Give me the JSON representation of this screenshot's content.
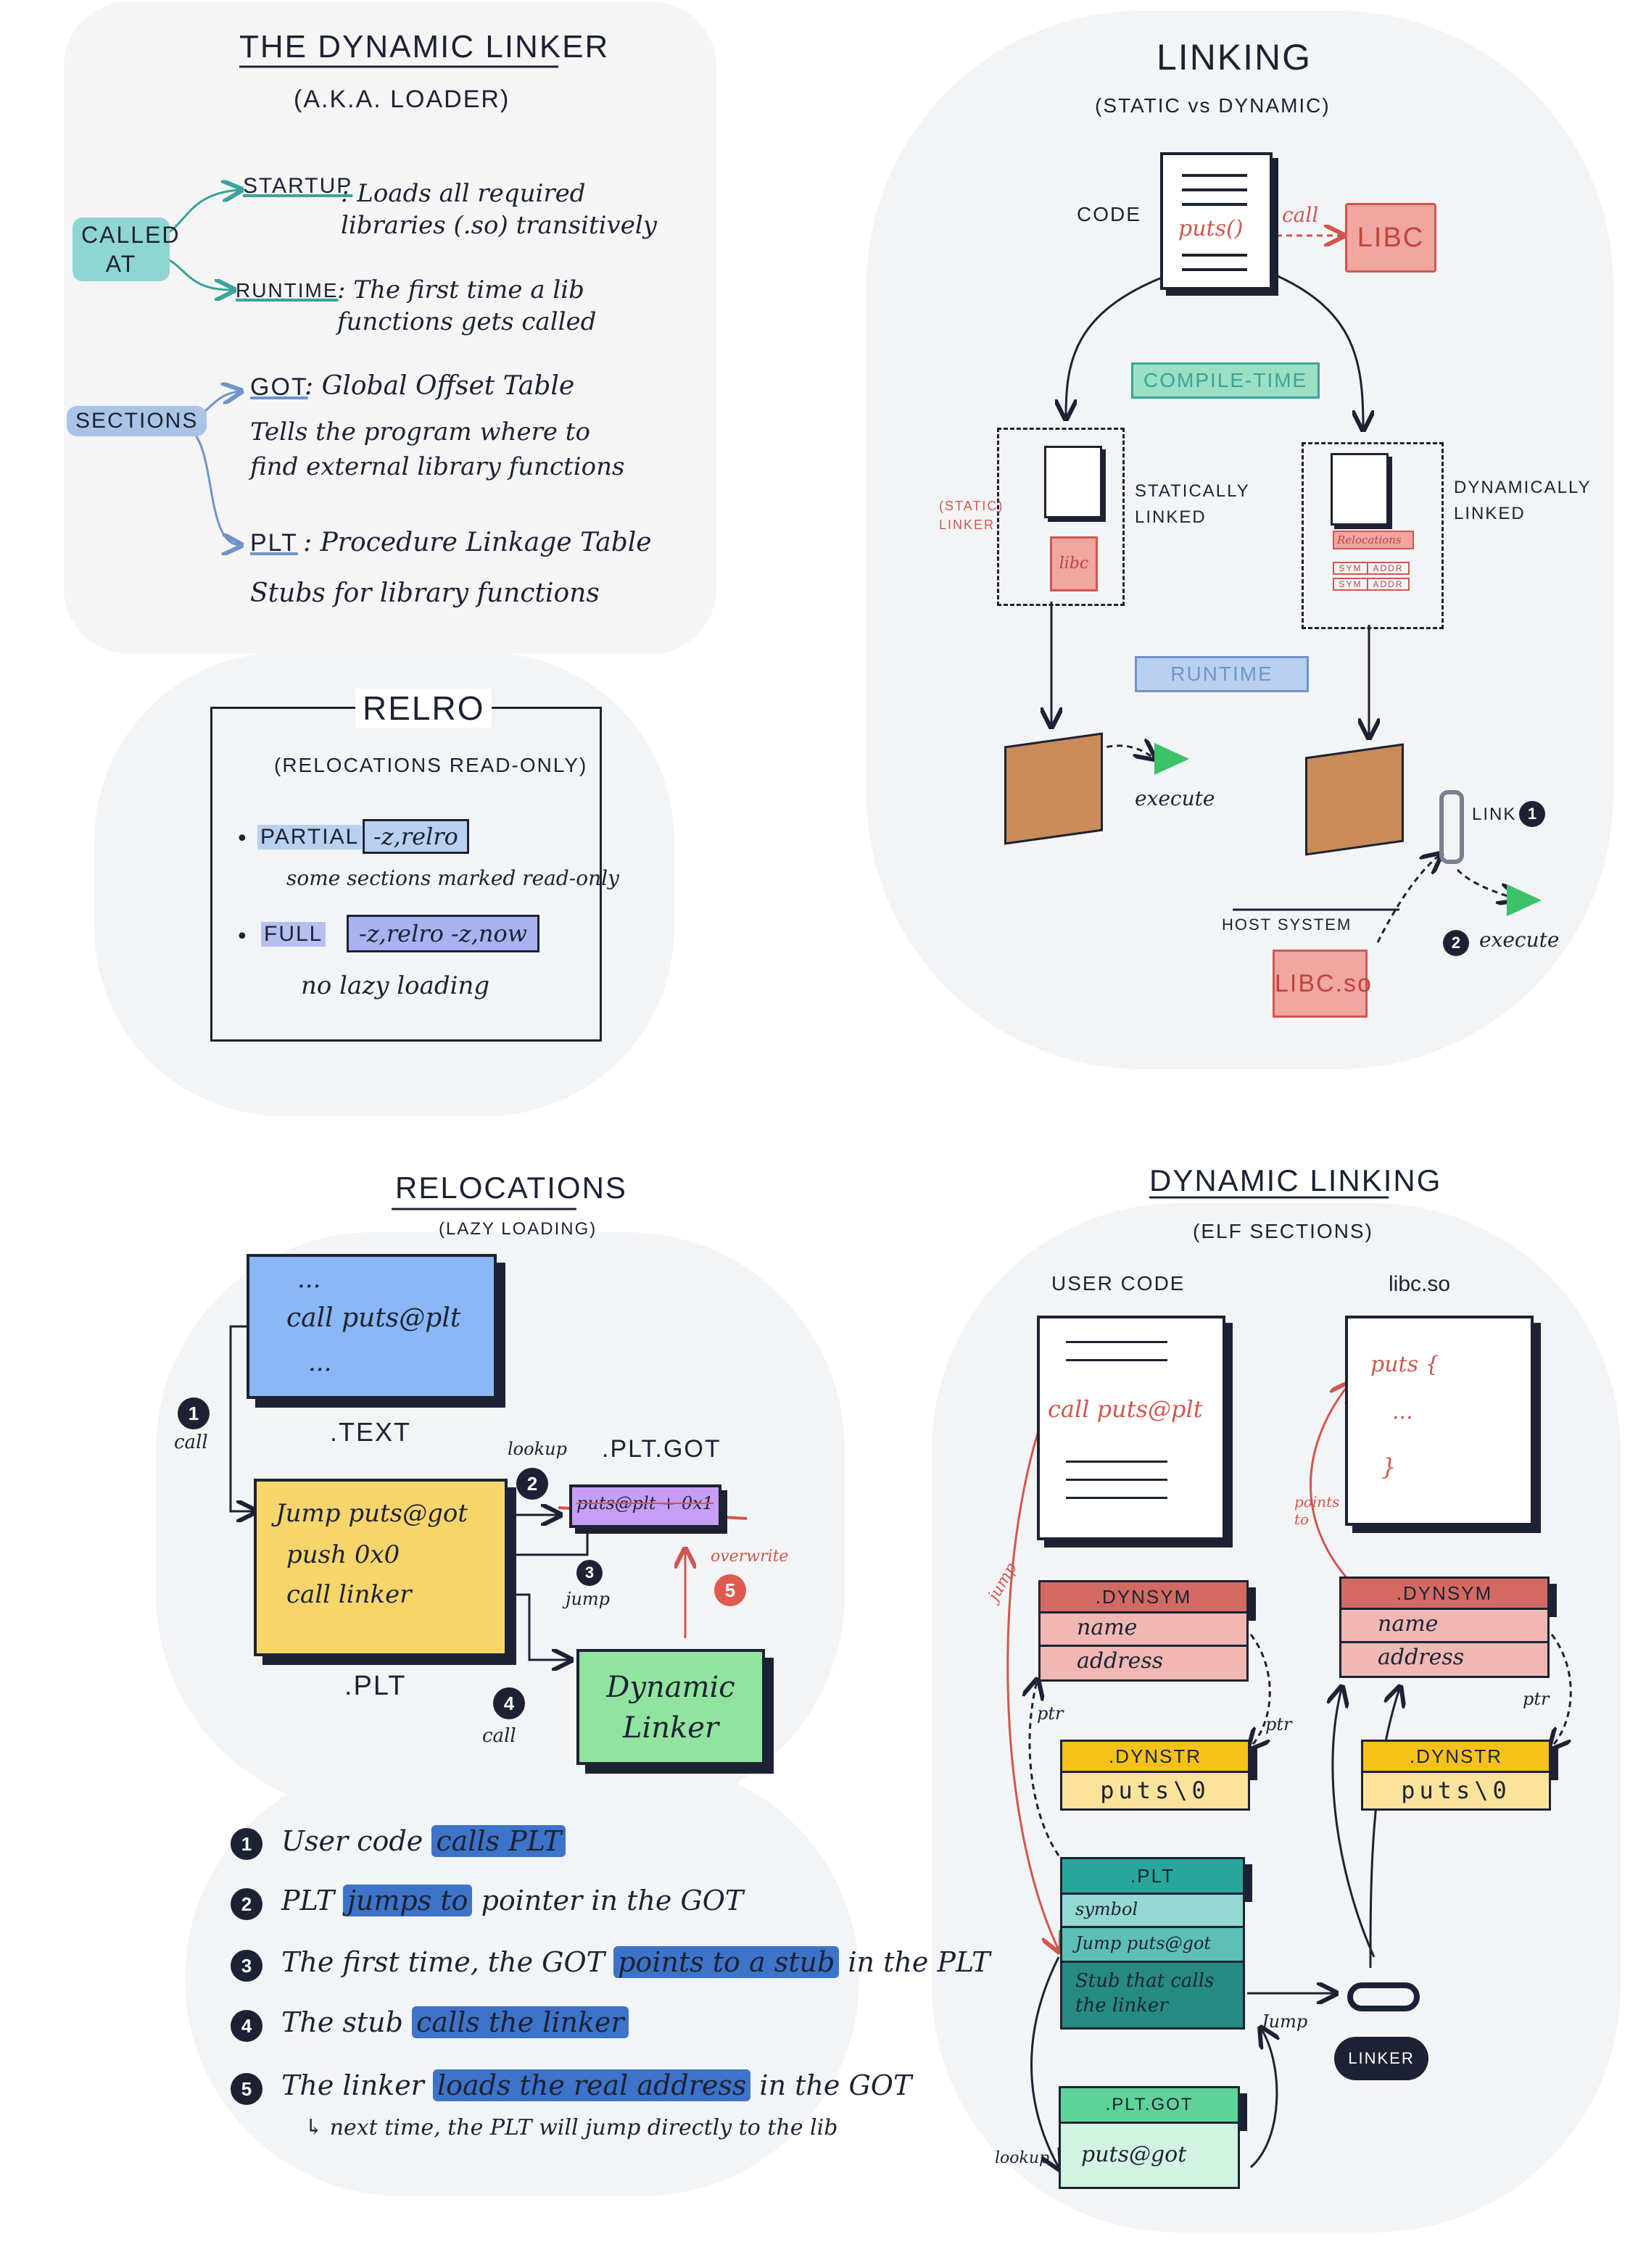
{
  "loader": {
    "title": "THE DYNAMIC LINKER",
    "subtitle": "(A.K.A. LOADER)",
    "called_at": "CALLED AT",
    "startup_label": "STARTUP",
    "startup_desc": ": Loads all required libraries (.so) transitively",
    "runtime_label": "RUNTIME",
    "runtime_desc": ": The first time a lib functions gets called",
    "sections": "SECTIONS",
    "got_label": "GOT",
    "got_desc": ": Global Offset Table",
    "got_detail": "Tells the program where to find external library functions",
    "plt_label": "PLT",
    "plt_desc": ": Procedure Linkage Table",
    "plt_detail": "Stubs for library functions"
  },
  "relro": {
    "title": "RELRO",
    "subtitle": "(RELOCATIONS READ-ONLY)",
    "partial_label": "PARTIAL",
    "partial_flag": "-z,relro",
    "partial_note": "some sections marked read-only",
    "full_label": "FULL",
    "full_flag": "-z,relro -z,now",
    "full_note": "no lazy loading"
  },
  "linking": {
    "title": "LINKING",
    "subtitle": "(STATIC vs DYNAMIC)",
    "code": "CODE",
    "puts": "puts()",
    "call": "call",
    "libc": "LIBC",
    "compile_time": "COMPILE-TIME",
    "static_linker": "(STATIC) LINKER",
    "libc_small": "libc",
    "statically_linked": "STATICALLY LINKED",
    "dynamically_linked": "DYNAMICALLY LINKED",
    "relocations": "Relocations",
    "sym": "SYM",
    "addr": "ADDR",
    "runtime": "RUNTIME",
    "execute": "execute",
    "link": "LINK",
    "host_system": "HOST SYSTEM",
    "libc_so": "LIBC.so",
    "step1": "1",
    "step2": "2"
  },
  "relocations": {
    "title": "RELOCATIONS",
    "subtitle": "(LAZY LOADING)",
    "dots1": "...",
    "call_puts": "call puts@plt",
    "dots2": "...",
    "text_label": ".TEXT",
    "call1": "call",
    "plt_jump": "Jump puts@got",
    "plt_push": "push 0x0",
    "plt_call": "call linker",
    "plt_label": ".PLT",
    "lookup": "lookup",
    "pltgot_label": ".PLT.GOT",
    "pltgot_value": "puts@plt + 0x1",
    "jump": "jump",
    "overwrite": "overwrite",
    "call4": "call",
    "dynamic_linker": "Dynamic Linker",
    "n1": "1",
    "n2": "2",
    "n3": "3",
    "n4": "4",
    "n5": "5"
  },
  "steps": [
    {
      "num": "1",
      "pre": "User code ",
      "hl": "calls PLT",
      "post": ""
    },
    {
      "num": "2",
      "pre": "PLT ",
      "hl": "jumps to",
      "post": " pointer in the GOT"
    },
    {
      "num": "3",
      "pre": "The first time, the GOT ",
      "hl": "points to a stub",
      "post": " in the PLT"
    },
    {
      "num": "4",
      "pre": "The stub ",
      "hl": "calls the linker",
      "post": ""
    },
    {
      "num": "5",
      "pre": "The linker ",
      "hl": "loads the real address",
      "post": " in the GOT"
    }
  ],
  "steps_note": "next time, the PLT will jump directly to the lib",
  "dynlink": {
    "title": "DYNAMIC LINKING",
    "subtitle": "(ELF SECTIONS)",
    "user_code": "USER CODE",
    "libc_so": "libc.so",
    "call_puts": "call puts@plt",
    "puts_open": "puts {",
    "dots": "...",
    "close": "}",
    "points_to": "points to",
    "jump": "jump",
    "dynsym": ".DYNSYM",
    "name": "name",
    "address": "address",
    "ptr": "ptr",
    "dynstr": ".DYNSTR",
    "puts_str": "puts\\0",
    "plt": ".PLT",
    "symbol": "symbol",
    "jump_got": "Jump puts@got",
    "stub": "Stub that calls the linker",
    "jump2": "Jump",
    "linker": "LINKER",
    "pltgot": ".PLT.GOT",
    "puts_got": "puts@got",
    "lookup": "lookup"
  }
}
